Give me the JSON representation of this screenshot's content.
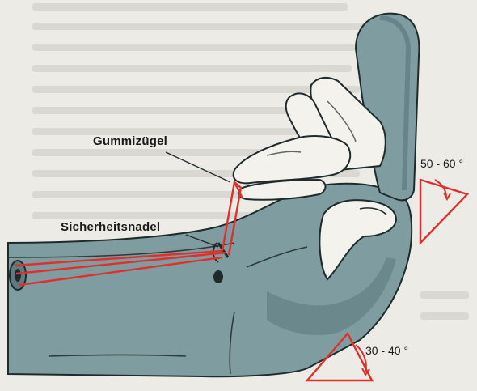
{
  "labels": {
    "rubber_band": "Gummizügel",
    "safety_pin": "Sicherheitsnadel",
    "angle_fingers": "50 - 60 °",
    "angle_wrist": "30 - 40 °"
  },
  "colors": {
    "background": "#ecebe6",
    "splint": "#7f9ca0",
    "splint_shadow": "#5d7b80",
    "skin": "#f4f2ec",
    "outline": "#1e2a2c",
    "rubber_band": "#e0302b"
  }
}
